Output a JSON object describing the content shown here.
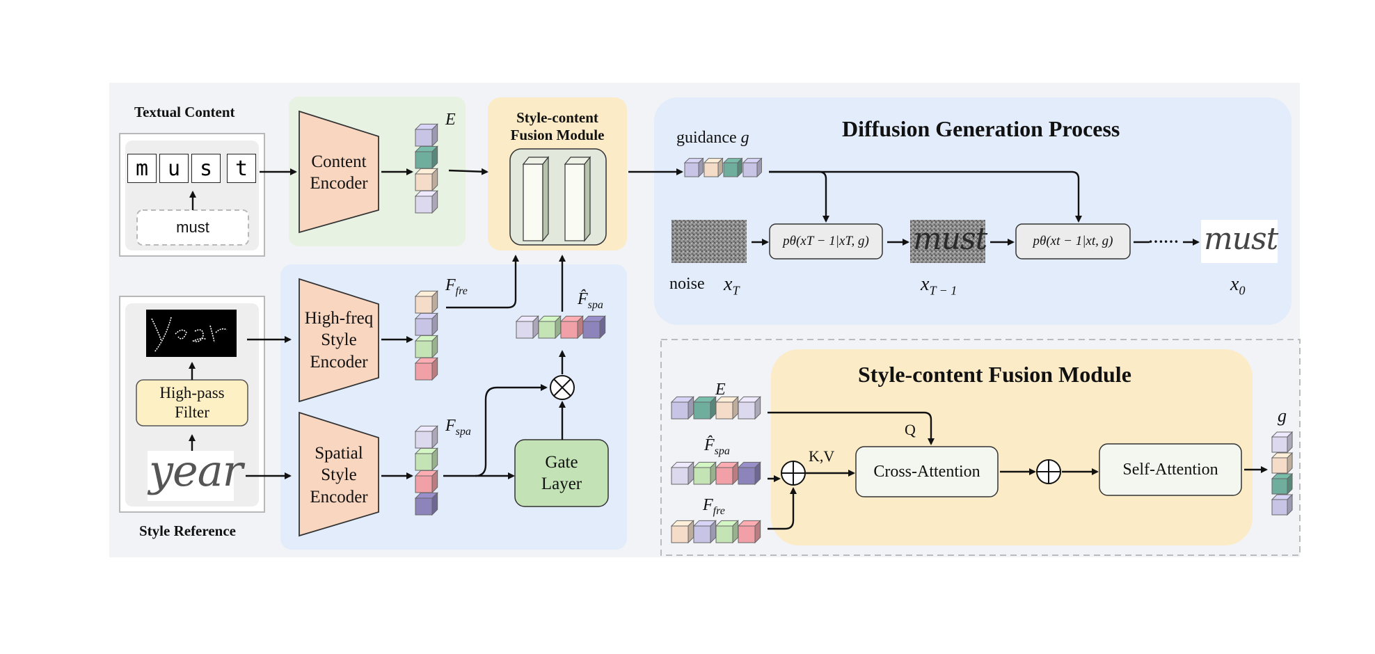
{
  "textual_content": {
    "title": "Textual Content",
    "letters": [
      "m",
      "u",
      "s",
      "t"
    ],
    "typed_word": "must"
  },
  "style_reference": {
    "title": "Style Reference",
    "handwriting_word": "year",
    "high_pass_filter": [
      "High-pass",
      "Filter"
    ]
  },
  "encoders": {
    "content": [
      "Content",
      "Encoder"
    ],
    "high_freq": [
      "High-freq",
      "Style",
      "Encoder"
    ],
    "spatial": [
      "Spatial",
      "Style",
      "Encoder"
    ]
  },
  "features": {
    "E": "E",
    "F_fre": "F",
    "F_fre_sub": "fre",
    "F_spa": "F",
    "F_spa_sub": "spa",
    "F_spa_hat": "F̂",
    "F_spa_hat_sub": "spa"
  },
  "gate_layer": [
    "Gate",
    "Layer"
  ],
  "fusion_small": {
    "title": [
      "Style-content",
      "Fusion Module"
    ]
  },
  "diffusion": {
    "title": "Diffusion Generation Process",
    "guidance_label": "guidance",
    "guidance_symbol": "g",
    "noise_label": "noise",
    "x_T": "x",
    "x_T_sub": "T",
    "x_T1": "x",
    "x_T1_sub": "T − 1",
    "x_0": "x",
    "x_0_sub": "0",
    "step1": "pθ(xT − 1|xT, g)",
    "step2": "pθ(xt − 1|xt, g)",
    "ellipsis": "……",
    "generated_word": "must"
  },
  "fusion_detail": {
    "title": "Style-content Fusion Module",
    "E": "E",
    "F_spa_hat": "F̂",
    "F_spa_hat_sub": "spa",
    "F_fre": "F",
    "F_fre_sub": "fre",
    "q_label": "Q",
    "kv_label": "K,V",
    "cross_attention": "Cross-Attention",
    "self_attention": "Self-Attention",
    "output": "g"
  },
  "colors": {
    "lavender": "#c8c4e6",
    "teal": "#6fae9d",
    "peach": "#f4dcc8",
    "light_lilac": "#dcd8ee",
    "pink": "#f0a0a6",
    "green": "#c4e4b6",
    "purple": "#8e84bc",
    "encoder_fill": "#f9d6c0",
    "green_panel": "#e8f2e2",
    "blue_panel": "#e3ecfa",
    "yellow_panel": "#fbebc7",
    "gray_panel": "#f0f1f4"
  }
}
